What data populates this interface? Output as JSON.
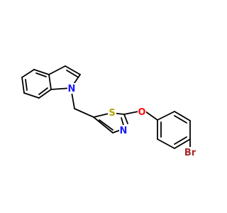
{
  "molecule": {
    "atoms": {
      "n_indole": {
        "label": "N",
        "color": "#1a1aff"
      },
      "s_thiazole": {
        "label": "S",
        "color": "#b3a400"
      },
      "n_thiazole": {
        "label": "N",
        "color": "#1a1aff"
      },
      "o_ether": {
        "label": "O",
        "color": "#ff0d0d"
      },
      "br": {
        "label": "Br",
        "color": "#a62929"
      }
    }
  }
}
